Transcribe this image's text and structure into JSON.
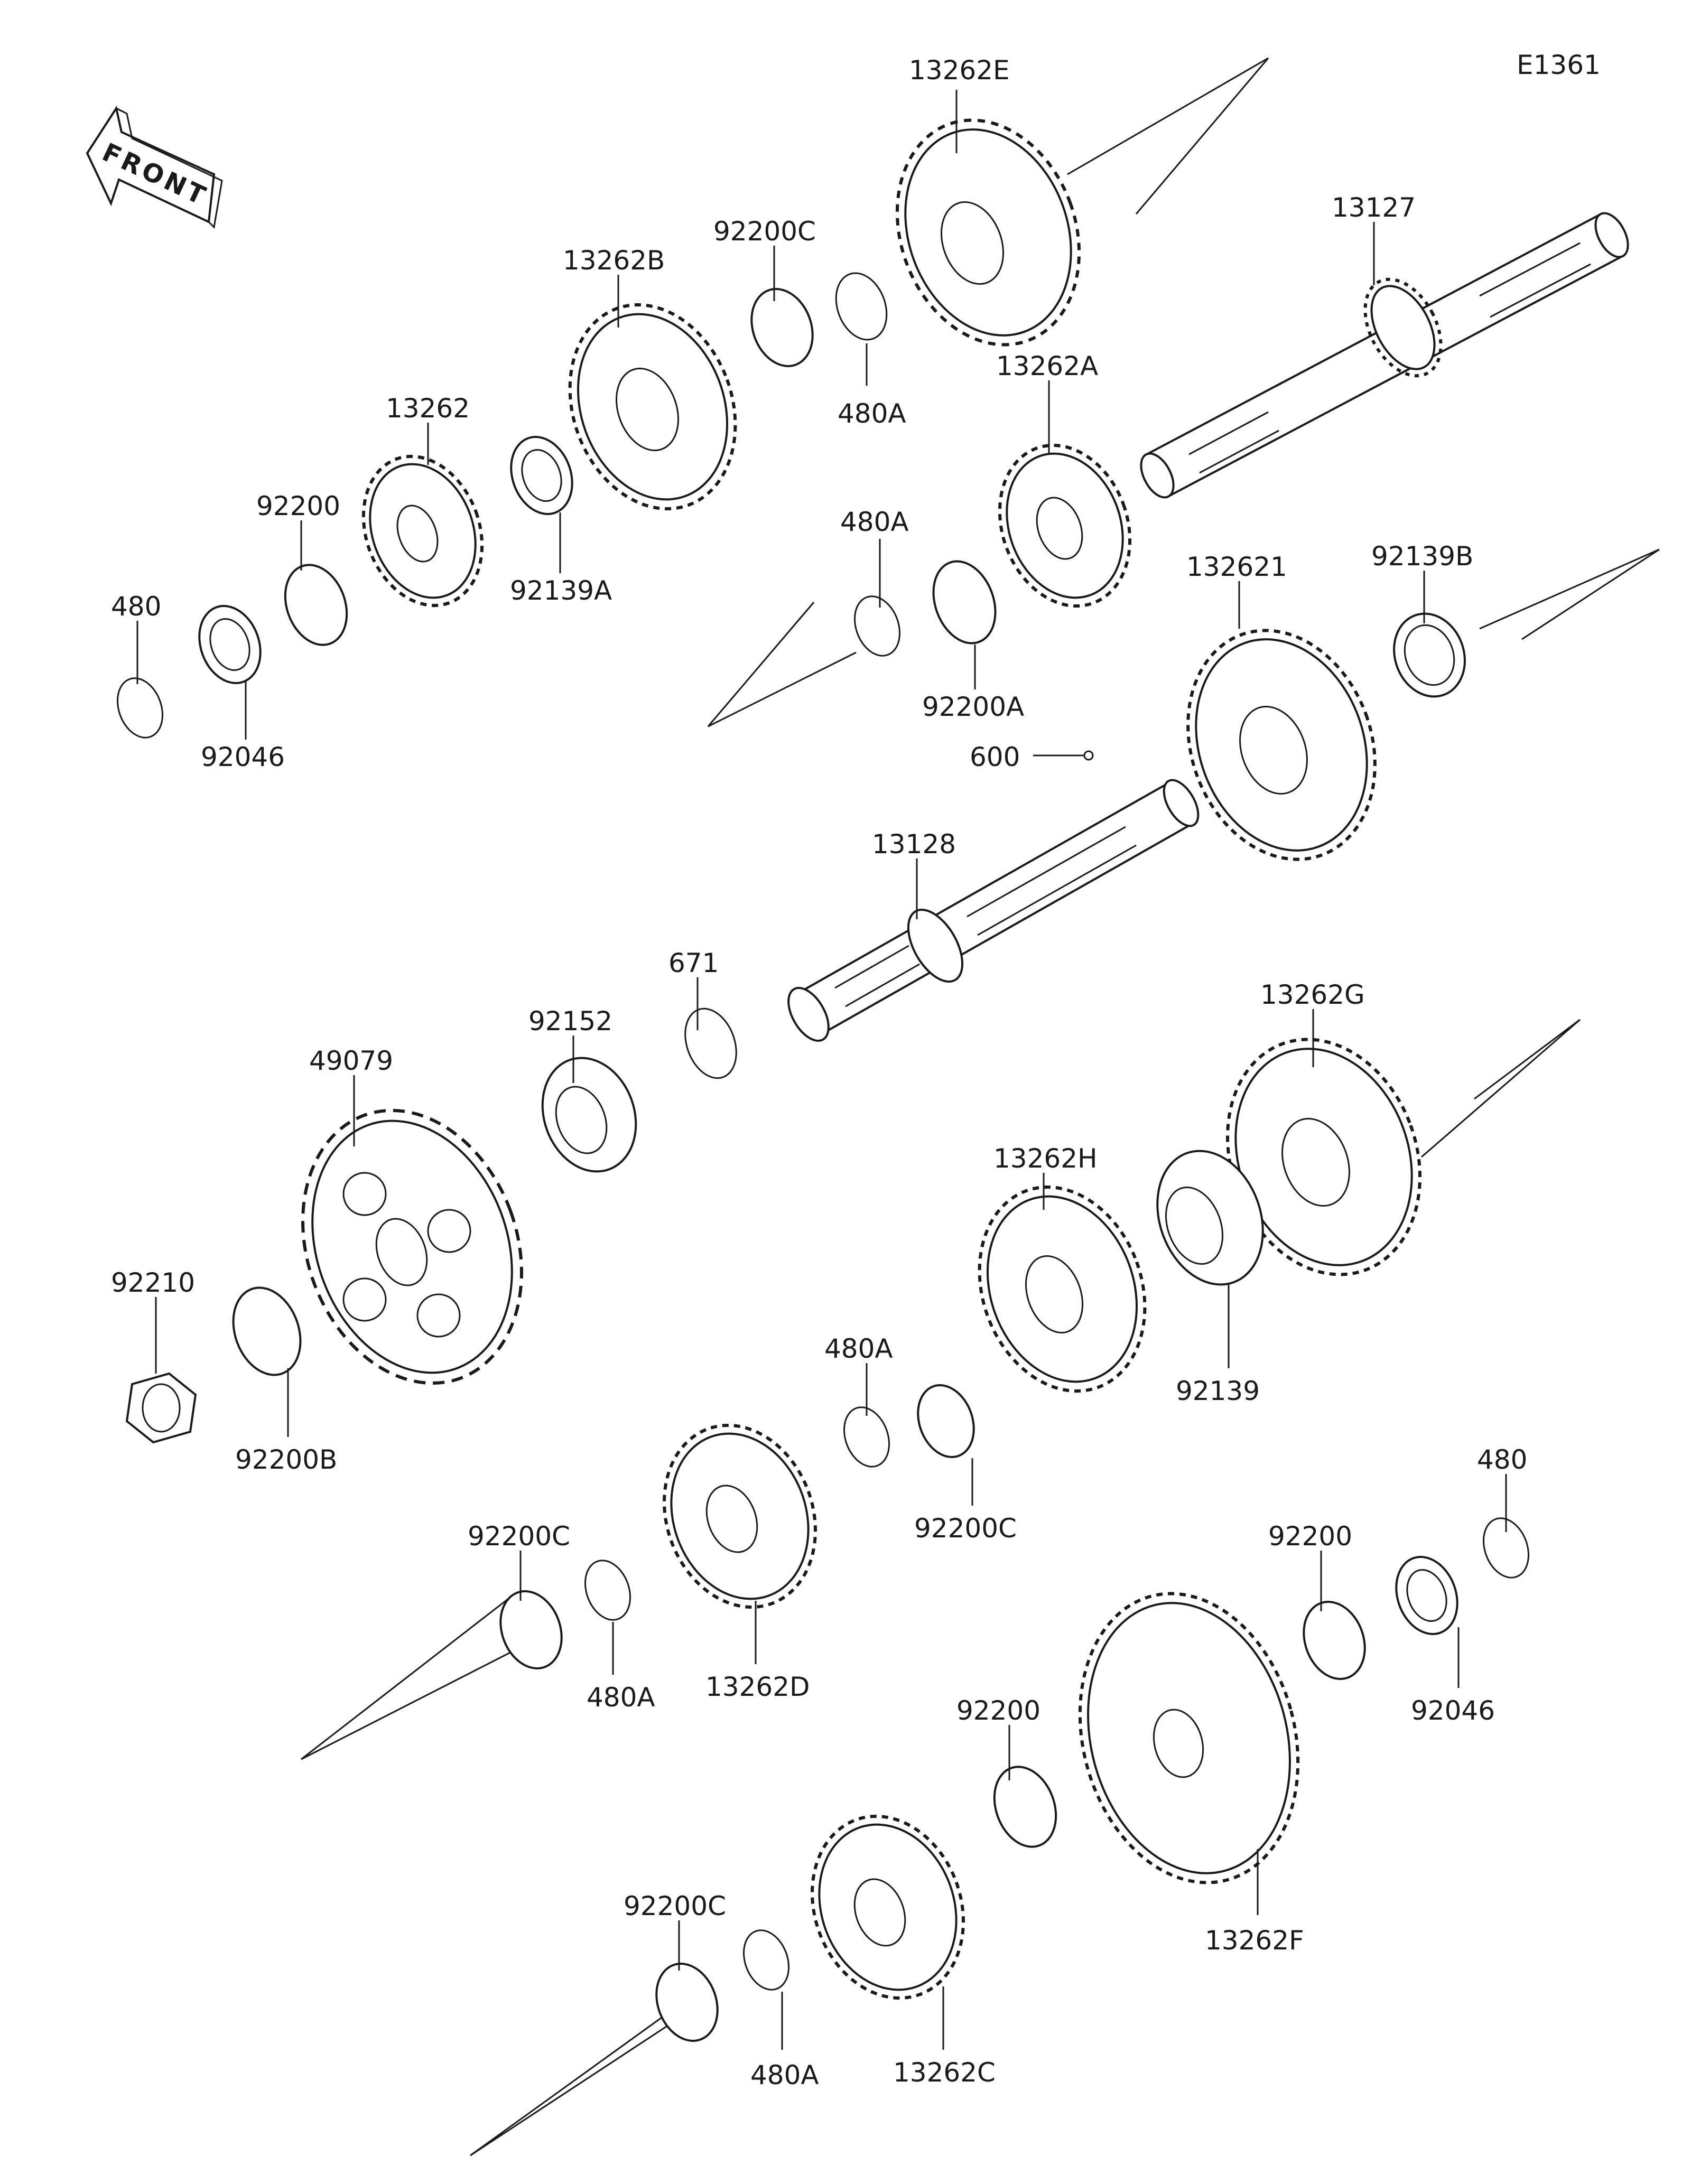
{
  "diagram_id": "E1361",
  "front_badge": "FRONT",
  "labels": {
    "p13262E": "13262E",
    "p92200C_top": "92200C",
    "p13262B": "13262B",
    "p13127": "13127",
    "p13262A": "13262A",
    "p480A_top": "480A",
    "p13262": "13262",
    "p92200_top": "92200",
    "p92139A": "92139A",
    "p480A_mid": "480A",
    "p132621": "132621",
    "p92139B": "92139B",
    "p480_left": "480",
    "p92046_left": "92046",
    "p92200A": "92200A",
    "p600": "600",
    "p13128": "13128",
    "p671": "671",
    "p92152": "92152",
    "p49079": "49079",
    "p13262G": "13262G",
    "p13262H": "13262H",
    "p92210": "92210",
    "p480A_center": "480A",
    "p92200B": "92200B",
    "p92139": "92139",
    "p92200C_center": "92200C",
    "p480_right": "480",
    "p92200C_left": "92200C",
    "p92200_right": "92200",
    "p480A_lower": "480A",
    "p13262D": "13262D",
    "p92046_right": "92046",
    "p92200_bottom": "92200",
    "p92200C_bottom": "92200C",
    "p13262F": "13262F",
    "p480A_bottom": "480A",
    "p13262C": "13262C"
  }
}
